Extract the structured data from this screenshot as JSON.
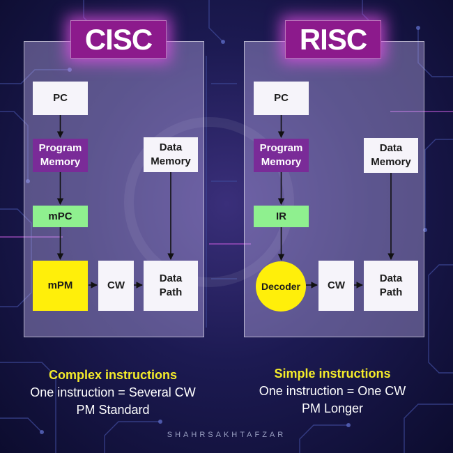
{
  "cisc": {
    "title": "CISC",
    "nodes": {
      "pc": "PC",
      "program_memory": "Program\nMemory",
      "data_memory": "Data\nMemory",
      "mpc": "mPC",
      "mpm": "mPM",
      "cw": "CW",
      "data_path": "Data\nPath"
    },
    "caption": {
      "heading": "Complex instructions",
      "line1": "One instruction = Several CW",
      "line2": "PM Standard"
    }
  },
  "risc": {
    "title": "RISC",
    "nodes": {
      "pc": "PC",
      "program_memory": "Program\nMemory",
      "data_memory": "Data\nMemory",
      "ir": "IR",
      "decoder": "Decoder",
      "cw": "CW",
      "data_path": "Data\nPath"
    },
    "caption": {
      "heading": "Simple instructions",
      "line1": "One instruction = One CW",
      "line2": "PM Longer"
    }
  },
  "footer": "SHAHRSAKHTAFZAR",
  "colors": {
    "title_badge": "#8c1a8c",
    "program_memory": "#7a2b98",
    "pointer_register": "#8ff08f",
    "control_unit": "#ffef0a",
    "caption_heading": "#f5ec2a"
  }
}
